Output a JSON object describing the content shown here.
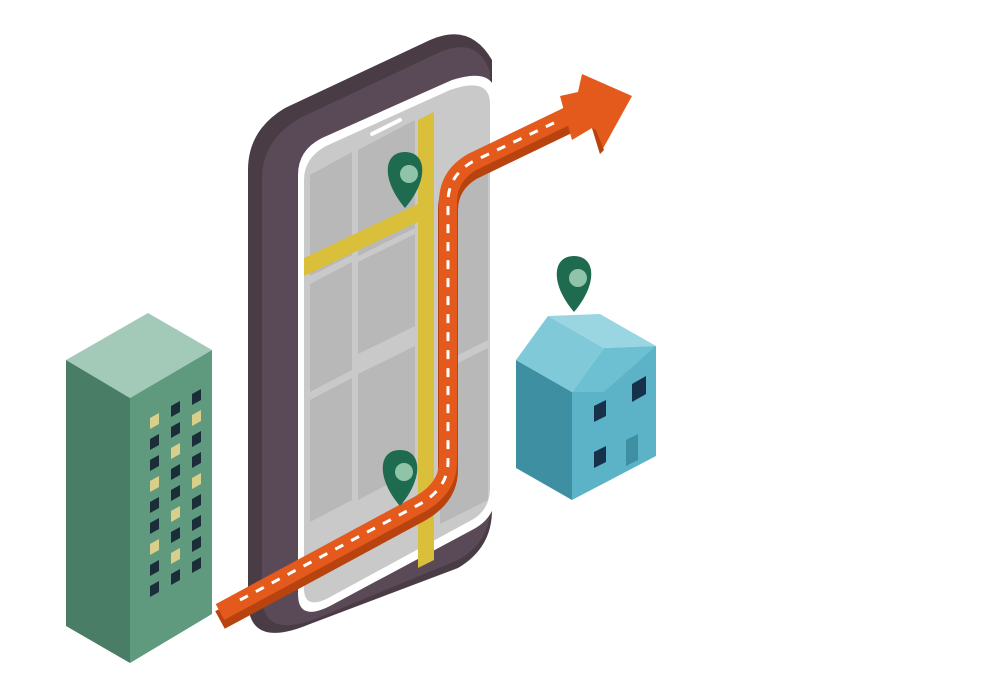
{
  "scene": {
    "background": "#ffffff",
    "elements": [
      {
        "name": "office-building",
        "kind": "isometric-tower"
      },
      {
        "name": "smartphone",
        "kind": "device",
        "screen": "map"
      },
      {
        "name": "house",
        "kind": "isometric-house"
      },
      {
        "name": "route-arrow",
        "kind": "path-arrow"
      },
      {
        "name": "location-pins",
        "count": 3
      }
    ]
  },
  "colors": {
    "phone_body": "#4a3c45",
    "phone_edge": "#6e5a66",
    "screen_bg": "#c9c9c9",
    "map_block": "#b8b8b8",
    "map_road_light": "#ffffff",
    "map_road_yellow": "#d9bf3a",
    "route": "#e35a1c",
    "route_dark": "#b9430f",
    "route_dash": "#ffffff",
    "pin": "#1f6b4f",
    "pin_inner": "#8fc4a8",
    "building_front": "#4a7d66",
    "building_side": "#5f9a7f",
    "building_top": "#a3c9b8",
    "window_dark": "#1c2d3a",
    "window_lit": "#d8d08a",
    "house_front": "#3f8fa3",
    "house_side": "#5cb2c6",
    "house_roof": "#7fc9d8",
    "house_window": "#16324a"
  }
}
